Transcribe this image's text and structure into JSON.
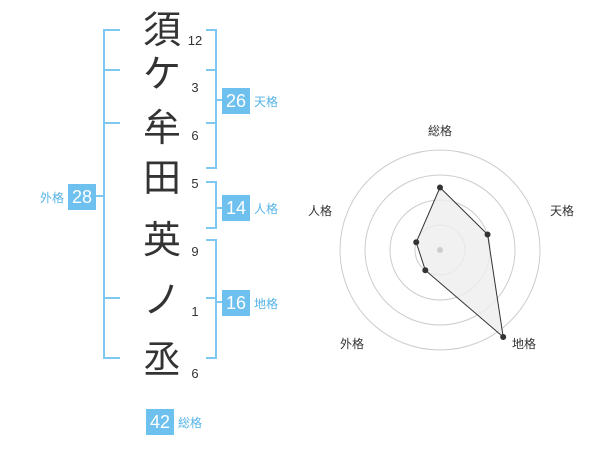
{
  "name": {
    "chars": [
      "須",
      "ケ",
      "牟",
      "田",
      "英",
      "ノ",
      "丞"
    ],
    "strokes": [
      "12",
      "3",
      "6",
      "5",
      "9",
      "1",
      "6"
    ]
  },
  "results": {
    "tenkaku": {
      "value": "26",
      "label": "天格"
    },
    "jinkaku": {
      "value": "14",
      "label": "人格"
    },
    "chikaku": {
      "value": "16",
      "label": "地格"
    },
    "gaikaku": {
      "value": "28",
      "label": "外格"
    },
    "soukaku": {
      "value": "42",
      "label": "総格"
    }
  },
  "radar": {
    "labels": {
      "soukaku": "総格",
      "tenkaku": "天格",
      "chikaku": "地格",
      "gaikaku": "外格",
      "jinkaku": "人格"
    },
    "levels": 4,
    "values": {
      "soukaku": 2.5,
      "tenkaku": 2.0,
      "chikaku": 4.3,
      "gaikaku": 1.0,
      "jinkaku": 1.0
    },
    "colors": {
      "fill": "#eeeeee",
      "line": "#333333",
      "grid": "#cccccc",
      "point": "#333333",
      "center": "#cccccc"
    }
  },
  "colors": {
    "bracket": "#7ec8f2",
    "badge": "#6ec1ef"
  }
}
